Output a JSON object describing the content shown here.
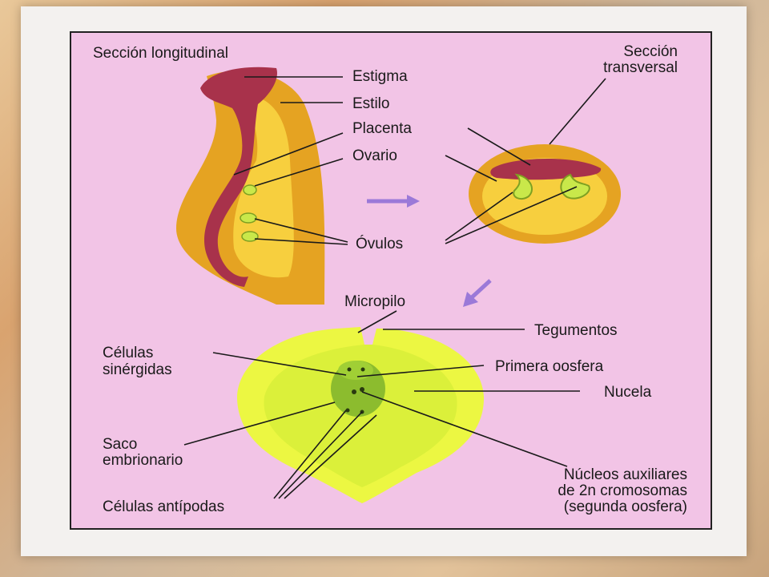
{
  "colors": {
    "panel": "#f2c4e6",
    "outer_tissue": "#e5a322",
    "inner_tissue": "#f7cf3e",
    "red_tissue": "#a8324b",
    "ovule": "#c9e84a",
    "nucellus": "#ecf742",
    "embryo_sac": "#8cbc2e",
    "arrow": "#9b79d8",
    "line": "#1a1a1a"
  },
  "diagram": {
    "labels": {
      "longitudinal": "Sección longitudinal",
      "transversal_1": "Sección",
      "transversal_2": "transversal",
      "estigma": "Estigma",
      "estilo": "Estilo",
      "placenta": "Placenta",
      "ovario": "Ovario",
      "ovulos": "Óvulos",
      "micropilo": "Micropilo",
      "tegumentos": "Tegumentos",
      "celulas_sinergidas_1": "Células",
      "celulas_sinergidas_2": "sinérgidas",
      "primera_oosfera": "Primera oosfera",
      "nucela": "Nucela",
      "saco_1": "Saco",
      "saco_2": "embrionario",
      "nucleos_1": "Núcleos auxiliares",
      "nucleos_2": "de 2n cromosomas",
      "nucleos_3": "(segunda oosfera)",
      "antipodas": "Células antípodas"
    }
  }
}
